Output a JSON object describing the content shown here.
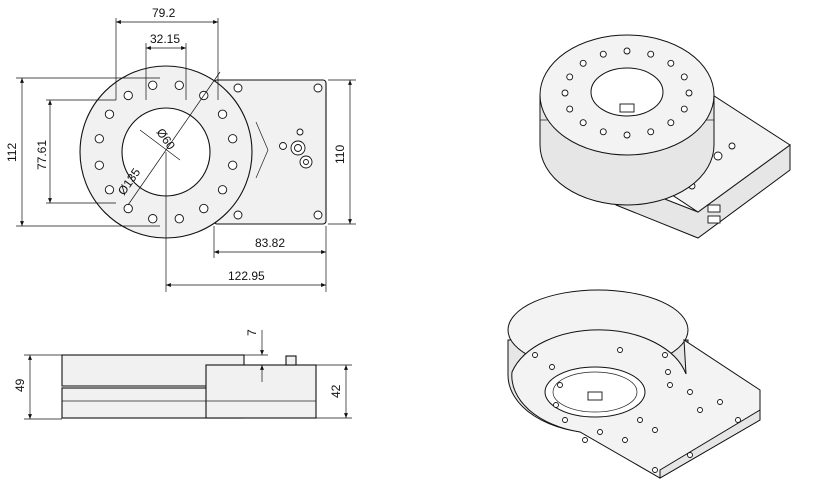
{
  "drawing": {
    "top_view": {
      "dims": {
        "width_hole_span": "79.2",
        "inner_hole_span": "32.15",
        "height_total": "112",
        "height_holes": "77.61",
        "bore_diameter": "Ø60",
        "bolt_circle": "Ø135",
        "box_height": "110",
        "box_width": "83.82",
        "total_width": "122.95"
      }
    },
    "side_view": {
      "dims": {
        "total_height": "49",
        "step": "7",
        "box_height": "42"
      }
    }
  }
}
